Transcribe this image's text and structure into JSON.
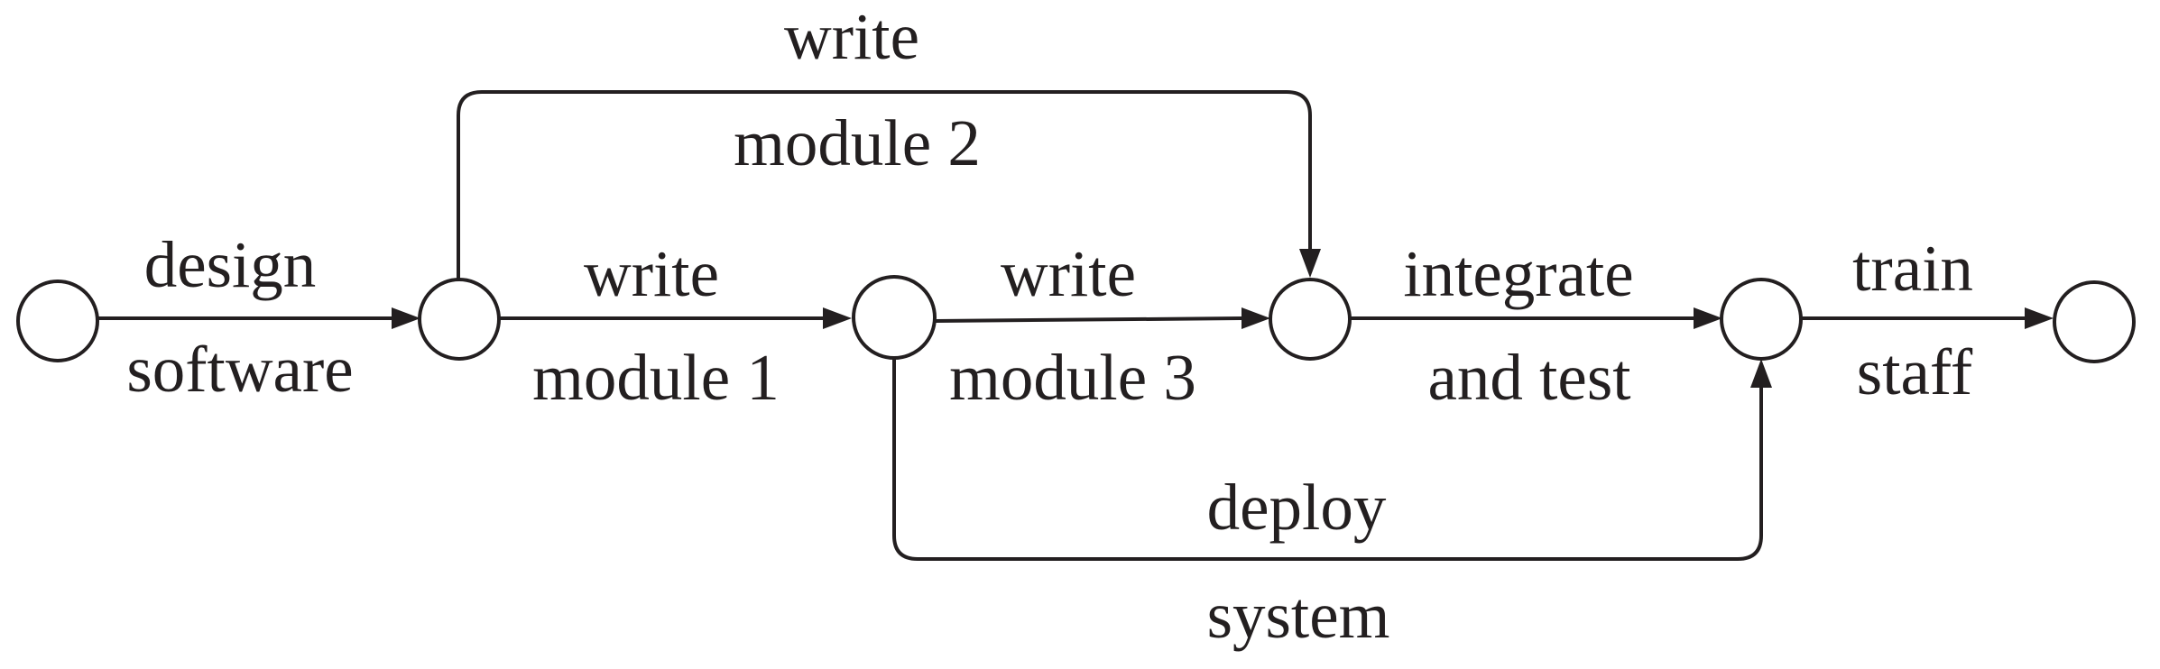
{
  "colors": {
    "ink": "#231f20",
    "background": "#ffffff"
  },
  "diagram": {
    "nodes": [
      "n1",
      "n2",
      "n3",
      "n4",
      "n5",
      "n6"
    ],
    "edges": [
      {
        "id": "design-software",
        "from": "n1",
        "to": "n2",
        "label_top": "design",
        "label_bottom": "software"
      },
      {
        "id": "write-module-1",
        "from": "n2",
        "to": "n3",
        "label_top": "write",
        "label_bottom": "module 1"
      },
      {
        "id": "write-module-3",
        "from": "n3",
        "to": "n4",
        "label_top": "write",
        "label_bottom": "module 3"
      },
      {
        "id": "write-module-2",
        "from": "n2",
        "to": "n4",
        "label_top": "write",
        "label_bottom": "module 2"
      },
      {
        "id": "integrate-and-test",
        "from": "n4",
        "to": "n5",
        "label_top": "integrate",
        "label_bottom": "and test"
      },
      {
        "id": "deploy-system",
        "from": "n3",
        "to": "n5",
        "label_top": "deploy",
        "label_bottom": "system"
      },
      {
        "id": "train-staff",
        "from": "n5",
        "to": "n6",
        "label_top": "train",
        "label_bottom": "staff"
      }
    ]
  }
}
